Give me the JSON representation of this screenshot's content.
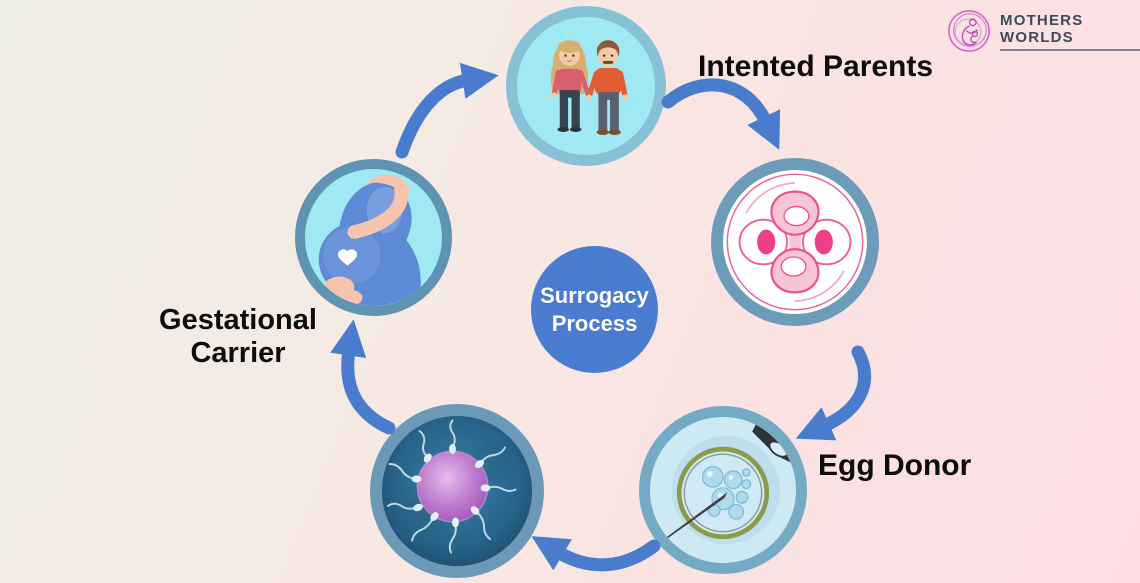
{
  "header": {
    "brand": "MOTHERS WORLDS",
    "brand_icon": "mother-and-baby-spiral-icon"
  },
  "center_badge": {
    "line1": "Surrogacy",
    "line2": "Process"
  },
  "labels": {
    "intended_parents": "Intented Parents",
    "egg_donor": "Egg Donor",
    "gestational_carrier_line1": "Gestational",
    "gestational_carrier_line2": "Carrier"
  },
  "nodes": [
    {
      "id": "intended-parents",
      "position": "top",
      "illustration": "couple-holding-hands",
      "label": "Intented Parents"
    },
    {
      "id": "embryo-cells",
      "position": "right",
      "illustration": "four-cell-embryo",
      "label": ""
    },
    {
      "id": "egg-donor",
      "position": "bottom-right",
      "illustration": "ivf-needle-and-egg",
      "label": "Egg Donor"
    },
    {
      "id": "fertilization",
      "position": "bottom-left",
      "illustration": "sperm-meets-egg",
      "label": ""
    },
    {
      "id": "gestational-carrier",
      "position": "left",
      "illustration": "pregnant-woman",
      "label": "Gestational Carrier"
    }
  ],
  "flow": {
    "direction": "clockwise",
    "arrow_count": 5,
    "arrow_color": "#4a7ccd"
  },
  "colors": {
    "center_circle": "#4a7dd1",
    "label_text": "#0d0d0d",
    "brand_text": "#3e4a5a",
    "brand_icon_pink": "#cf5fc5",
    "ring_blue": "#6d9cba",
    "bg_start": "#efeee6",
    "bg_end": "#fcdde4"
  }
}
